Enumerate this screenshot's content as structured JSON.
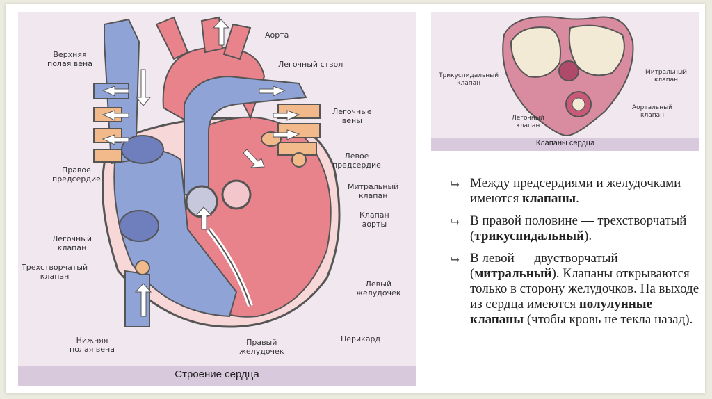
{
  "left_figure": {
    "caption": "Строение сердца",
    "labels": {
      "upper_vena_cava": "Верхняя\nполая вена",
      "aorta": "Аорта",
      "pulmonary_trunk": "Легочный ствол",
      "pulmonary_veins": "Легочные\nвены",
      "left_atrium": "Левое\nпредсердие",
      "mitral_valve": "Митральный\nклапан",
      "aortic_valve": "Клапан\nаорты",
      "left_ventricle": "Левый\nжелудочек",
      "pericardium": "Перикард",
      "right_ventricle": "Правый\nжелудочек",
      "lower_vena_cava": "Нижняя\nполая вена",
      "tricuspid_valve": "Трехстворчатый\nклапан",
      "pulmonary_valve": "Легочный\nклапан",
      "right_atrium": "Правое\nпредсердие"
    }
  },
  "right_figure": {
    "caption": "Клапаны сердца",
    "labels": {
      "tricuspid": "Трикуспидальный\nклапан",
      "mitral": "Митральный\nклапан",
      "aortic": "Аортальный\nклапан",
      "pulmonary": "Легочный\nклапан"
    }
  },
  "bullets": [
    {
      "pre": "Между предсердиями и желудочками имеются ",
      "bold": "клапаны",
      "post": "."
    },
    {
      "pre": "В правой половине — трехстворчатый (",
      "bold": "трикуспидальный",
      "post": ")."
    },
    {
      "pre": "В левой — двустворчатый (",
      "bold": "митральный",
      "post": "). Клапаны открываются только в сторону желудочков. На выходе из сердца имеются ",
      "bold2": "полулунные клапаны",
      "post2": " (чтобы кровь не текла назад)."
    }
  ],
  "bullet_icon": "bullet-arrow-icon",
  "colors": {
    "venous_blue": "#8fa3d6",
    "arterial_red": "#e8838c",
    "panel_bg": "#f1e8ef",
    "caption_bar": "#d8c9dc"
  }
}
